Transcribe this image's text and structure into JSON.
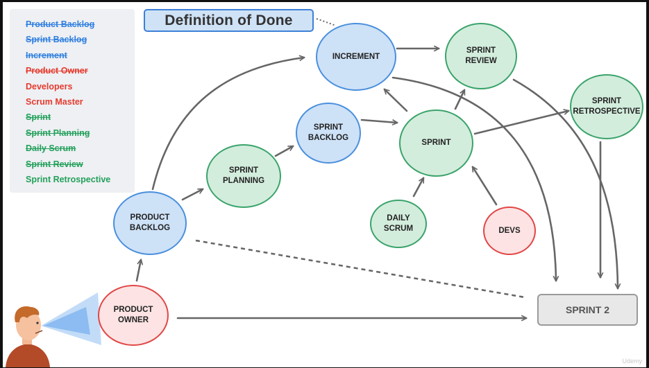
{
  "legend": [
    {
      "label": "Product Backlog",
      "color": "#2f7fe0",
      "struck": true
    },
    {
      "label": "Sprint Backlog",
      "color": "#2f7fe0",
      "struck": true
    },
    {
      "label": "Increment",
      "color": "#2f7fe0",
      "struck": true
    },
    {
      "label": "Product Owner",
      "color": "#e53b2f",
      "struck": true
    },
    {
      "label": "Developers",
      "color": "#e53b2f",
      "struck": false
    },
    {
      "label": "Scrum Master",
      "color": "#e53b2f",
      "struck": false
    },
    {
      "label": "Sprint",
      "color": "#23a05b",
      "struck": true
    },
    {
      "label": "Sprint Planning",
      "color": "#23a05b",
      "struck": true
    },
    {
      "label": "Daily Scrum",
      "color": "#23a05b",
      "struck": true
    },
    {
      "label": "Sprint Review",
      "color": "#23a05b",
      "struck": true
    },
    {
      "label": "Sprint Retrospective",
      "color": "#23a05b",
      "struck": false
    }
  ],
  "title": "Definition of Done",
  "nodes": {
    "increment": "INCREMENT",
    "sprint_review": "SPRINT\nREVIEW",
    "sprint_retrospective": "SPRINT\nRETROSPECTIVE",
    "sprint_backlog": "SPRINT\nBACKLOG",
    "sprint": "SPRINT",
    "sprint_planning": "SPRINT\nPLANNING",
    "product_backlog": "PRODUCT\nBACKLOG",
    "daily_scrum": "DAILY\nSCRUM",
    "devs": "DEVS",
    "product_owner": "PRODUCT\nOWNER",
    "sprint2": "SPRINT 2"
  },
  "colors": {
    "blue_fill": "#cde1f7",
    "blue_border": "#4a8fdd",
    "green_fill": "#d3eddd",
    "green_border": "#3aa36a",
    "red_fill": "#fde3e3",
    "red_border": "#e14646",
    "arrow": "#666666"
  },
  "watermark": "Udemy"
}
